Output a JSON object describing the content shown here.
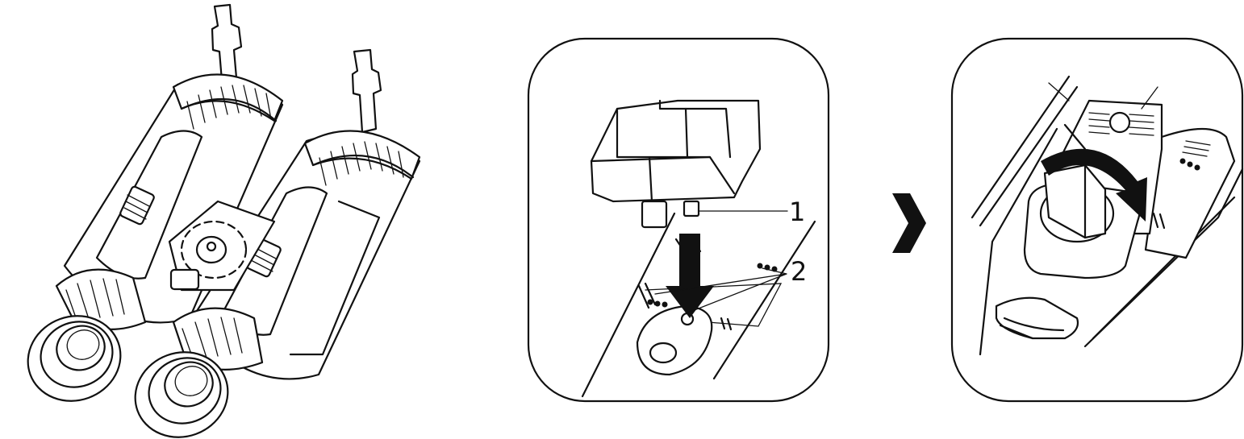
{
  "figure": {
    "callouts": [
      {
        "id": "1",
        "text": "1"
      },
      {
        "id": "2",
        "text": "2"
      }
    ],
    "step_arrow_icon": "chevron-right-icon",
    "colors": {
      "line": "#111111",
      "background": "#ffffff"
    }
  }
}
